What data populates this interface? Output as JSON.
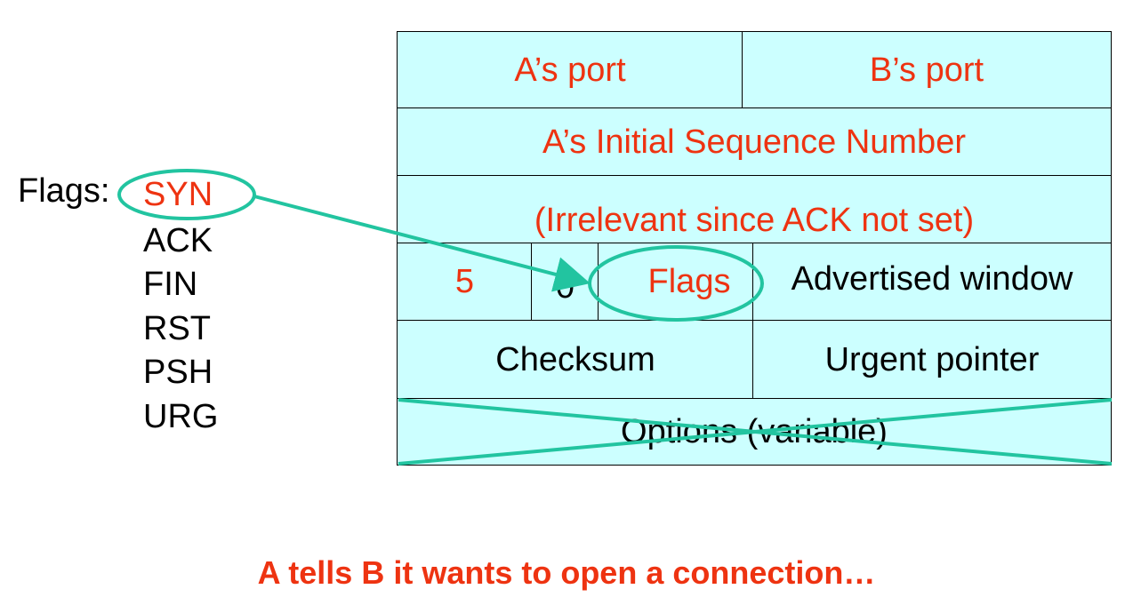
{
  "header": {
    "src_port": "A’s port",
    "dst_port": "B’s port",
    "sequence": "A’s Initial Sequence Number",
    "ack": "(Irrelevant since ACK not set)",
    "hdr_len": "5",
    "reserved": "0",
    "flags": "Flags",
    "window": "Advertised window",
    "checksum": "Checksum",
    "urgent": "Urgent pointer",
    "options": "Options (variable)"
  },
  "flags_list": {
    "label": "Flags:",
    "items": [
      "SYN",
      "ACK",
      "FIN",
      "RST",
      "PSH",
      "URG"
    ]
  },
  "caption": "A tells B it wants to open a connection…",
  "colors": {
    "cell_fill": "#ccffff",
    "highlight_text": "#ee3311",
    "annotation": "#22c4a0"
  }
}
